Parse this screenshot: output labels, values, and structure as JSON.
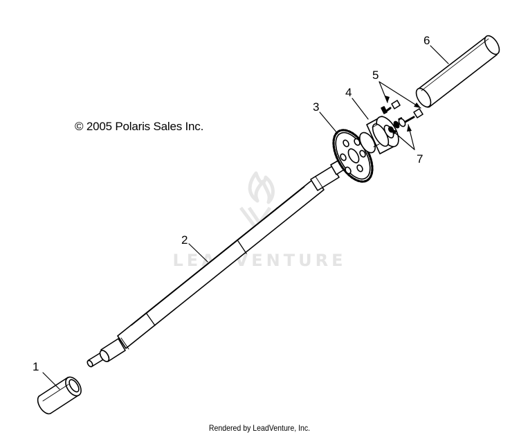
{
  "diagram": {
    "copyright": "© 2005 Polaris Sales Inc.",
    "footer": "Rendered by LeadVenture, Inc.",
    "watermark": "LEADVENTURE",
    "callouts": [
      "1",
      "2",
      "3",
      "4",
      "5",
      "6",
      "7"
    ]
  },
  "colors": {
    "line": "#000000",
    "background": "#ffffff",
    "watermark": "#e4e4e4"
  }
}
